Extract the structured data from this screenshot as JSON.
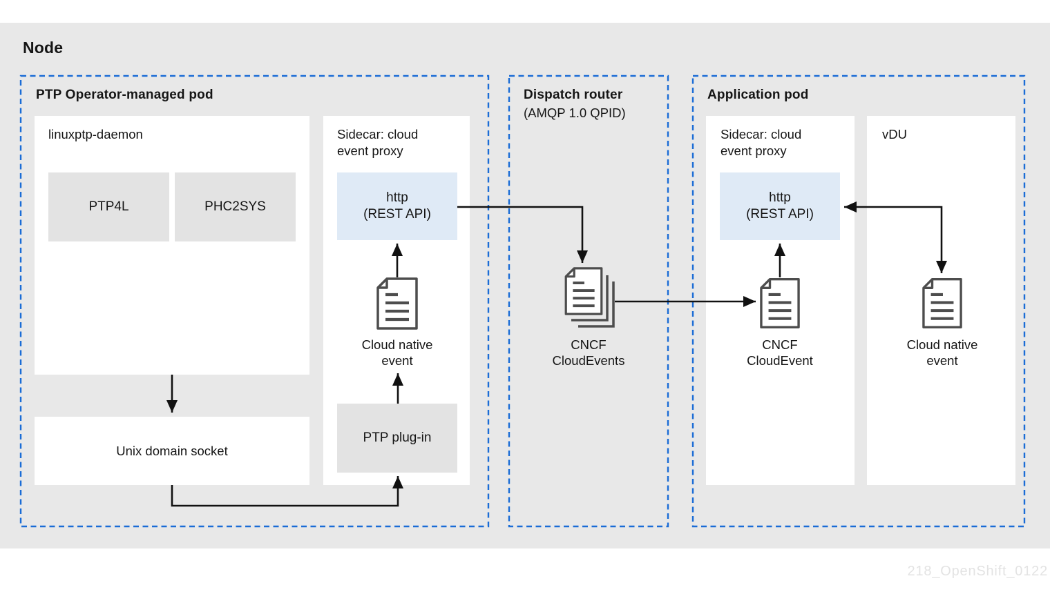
{
  "node": {
    "title": "Node"
  },
  "ptp_pod": {
    "title": "PTP Operator-managed pod",
    "linuxptp_daemon": {
      "title": "linuxptp-daemon",
      "processes": [
        {
          "label": "PTP4L"
        },
        {
          "label": "PHC2SYS"
        }
      ]
    },
    "unix_socket": {
      "label": "Unix domain socket"
    },
    "sidecar": {
      "title": "Sidecar: cloud\nevent proxy",
      "http_box": "http\n(REST API)",
      "event_label": "Cloud native\nevent",
      "plugin": "PTP plug-in"
    }
  },
  "dispatch_router": {
    "title": "Dispatch router",
    "subtitle": "(AMQP 1.0 QPID)",
    "events_label": "CNCF\nCloudEvents"
  },
  "app_pod": {
    "title": "Application pod",
    "sidecar": {
      "title": "Sidecar: cloud\nevent proxy",
      "http_box": "http\n(REST API)",
      "event_label": "CNCF\nCloudEvent"
    },
    "vdu": {
      "title": "vDU",
      "event_label": "Cloud native\nevent"
    }
  },
  "watermark": "218_OpenShift_0122",
  "colors": {
    "background": "#e8e8e8",
    "panel_white": "#ffffff",
    "box_gray": "#e3e3e3",
    "box_blue": "#dfeaf6",
    "dashed_border": "#1a6cd6",
    "text": "#151515",
    "icon_stroke": "#4d4d4d",
    "arrow": "#111111",
    "watermark": "#e3e3e3"
  }
}
